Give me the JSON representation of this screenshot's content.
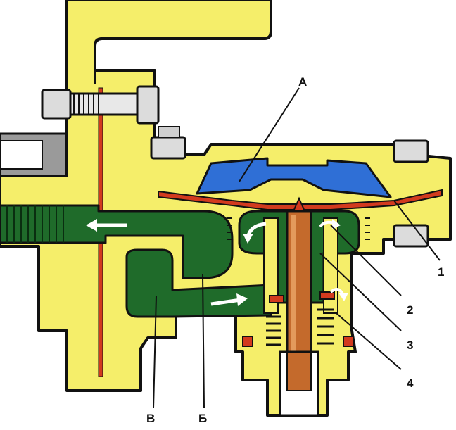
{
  "labels": {
    "A": "А",
    "B": "Б",
    "V": "В",
    "n1": "1",
    "n2": "2",
    "n3": "3",
    "n4": "4"
  },
  "colors": {
    "body": "#f5ee6a",
    "channel": "#1f6b2a",
    "diaphragm": "#2f6fd6",
    "gasket": "#d23a1e",
    "outline": "#111111",
    "bolt": "#dcdcdc",
    "flow_arrow": "#ffffff"
  },
  "icons": {
    "flow_direction": "white-arrow"
  }
}
